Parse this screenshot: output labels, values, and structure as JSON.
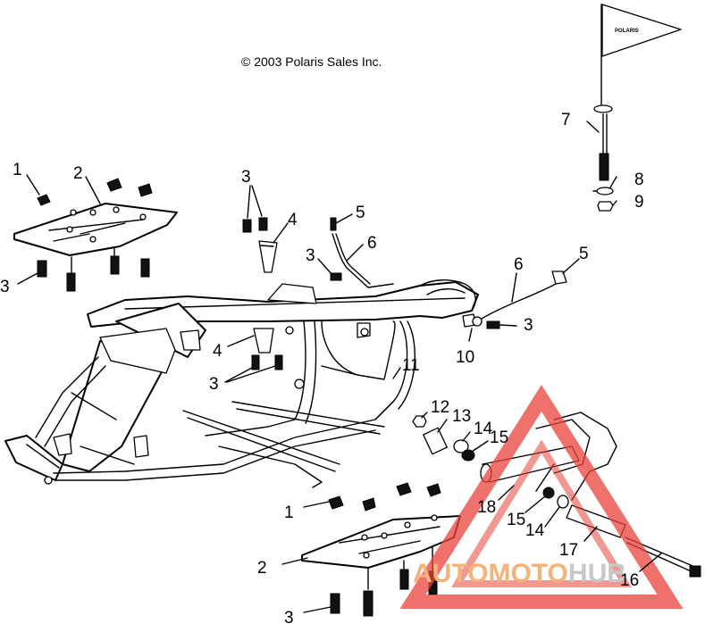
{
  "copyright": "© 2003 Polaris Sales Inc.",
  "flag_text": "POLARIS",
  "watermark": {
    "part_a": "AUTOMOTO",
    "part_b": "HUB",
    "triangle_color": "#e8433a",
    "text_color": "#f4b37a",
    "hub_color": "#c8c8c8"
  },
  "callouts": [
    {
      "label": "1"
    },
    {
      "label": "2"
    },
    {
      "label": "3"
    },
    {
      "label": "3"
    },
    {
      "label": "4"
    },
    {
      "label": "5"
    },
    {
      "label": "3"
    },
    {
      "label": "6"
    },
    {
      "label": "7"
    },
    {
      "label": "8"
    },
    {
      "label": "9"
    },
    {
      "label": "6"
    },
    {
      "label": "5"
    },
    {
      "label": "3"
    },
    {
      "label": "10"
    },
    {
      "label": "4"
    },
    {
      "label": "3"
    },
    {
      "label": "11"
    },
    {
      "label": "12"
    },
    {
      "label": "13"
    },
    {
      "label": "14"
    },
    {
      "label": "15"
    },
    {
      "label": "18"
    },
    {
      "label": "15"
    },
    {
      "label": "14"
    },
    {
      "label": "17"
    },
    {
      "label": "16"
    },
    {
      "label": "1"
    },
    {
      "label": "2"
    },
    {
      "label": "3"
    }
  ]
}
